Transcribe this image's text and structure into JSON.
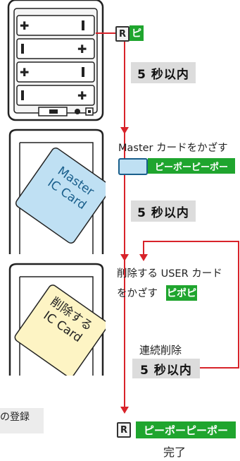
{
  "step1": {
    "r_label": "R",
    "beep": "ピ"
  },
  "timer1": "5 秒以内",
  "step2": {
    "text": "Master カードをかざす",
    "beep": "ピーポーピーポー"
  },
  "card_master": {
    "line1": "Master",
    "line2": "IC Card"
  },
  "timer2": "5 秒以内",
  "step3": {
    "text_line1": "削除する USER カード",
    "text_line2": "をかざす",
    "beep": "ピポピ"
  },
  "card_user": {
    "line1": "削除する",
    "line2": "IC Card"
  },
  "repeat": {
    "label": "連続削除",
    "timer": "5 秒以内"
  },
  "left_panel": {
    "text": "の登録"
  },
  "final": {
    "r_label": "R",
    "beep": "ピーポーピーポー",
    "done": "完了"
  },
  "colors": {
    "accent_red": "#d8232a",
    "badge_green": "#1fa52e",
    "timer_gray": "#dcdcdc",
    "card_blue": "#bfe0f3",
    "card_yellow": "#fdf4c4"
  }
}
